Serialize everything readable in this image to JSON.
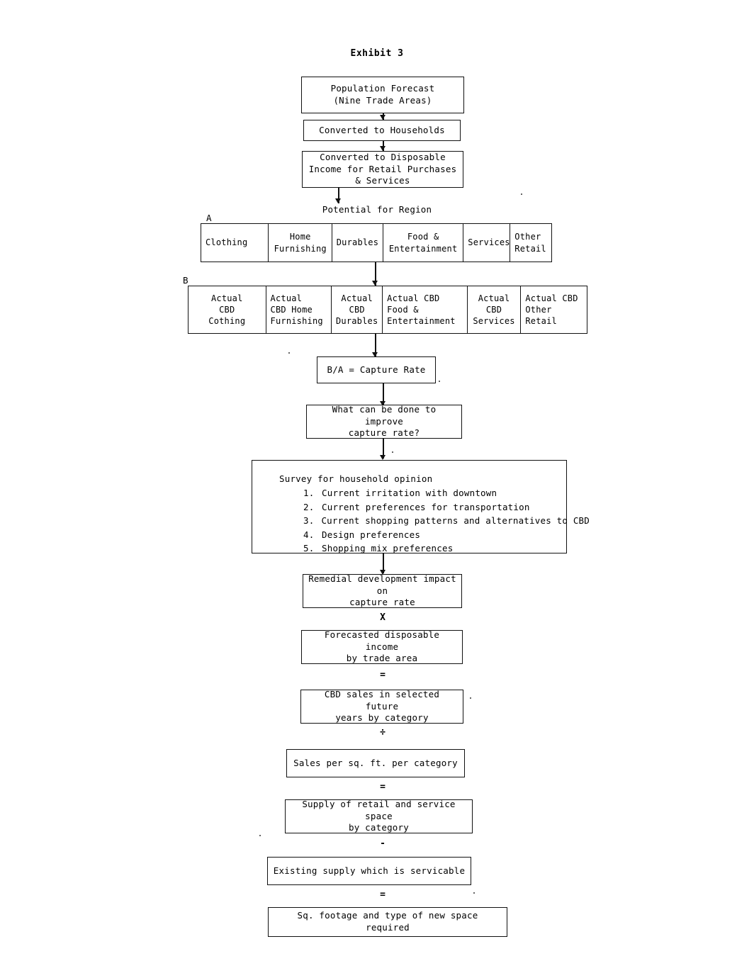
{
  "title": "Exhibit 3",
  "nodes": {
    "population_forecast": "Population Forecast\n(Nine Trade Areas)",
    "population_forecast_line1": "Population Forecast",
    "population_forecast_line2": "(Nine Trade Areas)",
    "converted_households": "Converted to Households",
    "converted_disposable_line1": "Converted to Disposable",
    "converted_disposable_line2": "Income for Retail Purchases",
    "converted_disposable_line3": "& Services",
    "potential_for_region": "Potential for Region",
    "capture_rate": "B/A = Capture Rate",
    "improve_question_line1": "What can be done to improve",
    "improve_question_line2": "capture rate?",
    "remedial_line1": "Remedial development impact on",
    "remedial_line2": "capture rate",
    "forecast_income_line1": "Forecasted disposable income",
    "forecast_income_line2": "by trade area",
    "cbd_sales_line1": "CBD sales in selected future",
    "cbd_sales_line2": "years by category",
    "sales_per_sqft": "Sales per sq. ft. per category",
    "supply_space_line1": "Supply of retail and service space",
    "supply_space_line2": "by category",
    "existing_supply": "Existing supply which is servicable",
    "new_space_required": "Sq. footage and type of new space required"
  },
  "row_a": {
    "tag": "A",
    "cells": [
      "Clothing",
      "Home\nFurnishing",
      "Durables",
      "Food &\nEntertainment",
      "Services",
      "Other\nRetail"
    ],
    "cells_split": [
      [
        "Clothing"
      ],
      [
        "Home",
        "Furnishing"
      ],
      [
        "Durables"
      ],
      [
        "Food &",
        "Entertainment"
      ],
      [
        "Services"
      ],
      [
        "Other",
        "Retail"
      ]
    ]
  },
  "row_b": {
    "tag": "B",
    "cells_split": [
      [
        "Actual",
        "CBD",
        "Cothing"
      ],
      [
        "Actual",
        "CBD Home",
        "Furnishing"
      ],
      [
        "Actual",
        "CBD",
        "Durables"
      ],
      [
        "Actual CBD",
        "Food &",
        "Entertainment"
      ],
      [
        "Actual",
        "CBD",
        "Services"
      ],
      [
        "Actual CBD",
        "Other Retail"
      ]
    ]
  },
  "survey": {
    "heading": "Survey for household opinion",
    "items": [
      {
        "num": "1.",
        "text": "Current irritation with downtown"
      },
      {
        "num": "2.",
        "text": "Current preferences for transportation"
      },
      {
        "num": "3.",
        "text": "Current shopping patterns and alternatives to CBD"
      },
      {
        "num": "4.",
        "text": "Design preferences"
      },
      {
        "num": "5.",
        "text": "Shopping mix preferences"
      }
    ]
  },
  "operators": {
    "multiply": "X",
    "equals_1": "=",
    "divide": "÷",
    "equals_2": "=",
    "minus": "-",
    "equals_3": "="
  },
  "colors": {
    "ink": "#111111",
    "paper": "#ffffff"
  }
}
